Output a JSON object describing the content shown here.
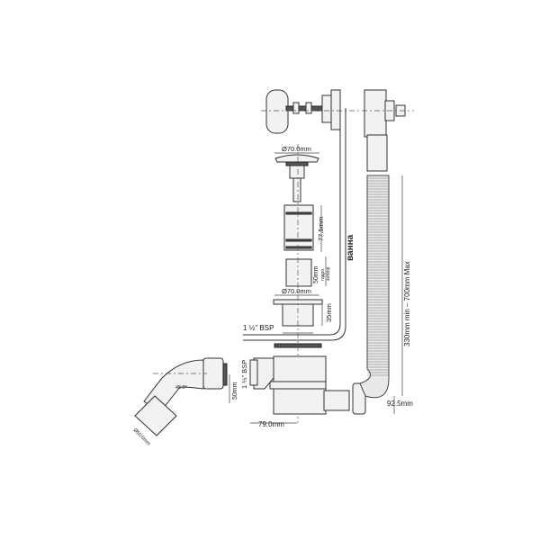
{
  "diagram": {
    "labels": {
      "plug_diameter": "Ø70.0mm",
      "body_length": "77.5mm",
      "water_seal": "50mm",
      "water_seal_note_1": "гидро",
      "water_seal_note_2": "затвор",
      "flange_diameter": "Ø70.0mm",
      "thread_length": "35mm",
      "waste_thread": "1 ½\" BSP",
      "bath": "ванна",
      "hose_length": "330mm min – 700mm Max",
      "outlet_thread": "1 ½\" BSP",
      "outlet_height": "50mm",
      "elbow_angle": "45.0°",
      "outlet_diameter": "Ø50.0mm",
      "trap_offset": "79.0mm",
      "overflow_height": "92.5mm"
    }
  }
}
